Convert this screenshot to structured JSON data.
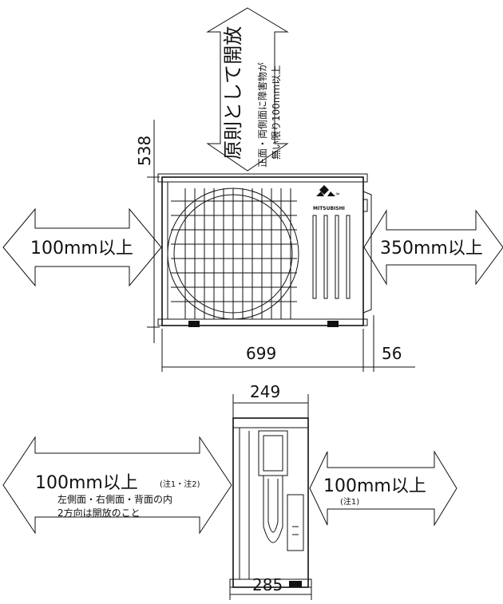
{
  "top_arrow": {
    "main": "原則として開放",
    "sub_line1": "正面・両側面に障害物が",
    "sub_line2": "無い限り100mm以上"
  },
  "front_view": {
    "height": "538",
    "width": "699",
    "offset": "56",
    "left_clearance": "100mm以上",
    "right_clearance": "350mm以上",
    "brand": "MITSUBISHI"
  },
  "side_view": {
    "top_width": "249",
    "bottom_width": "285",
    "left_clearance": "100mm以上",
    "left_note": "(注1・注2)",
    "left_sub1": "左側面・右側面・背面の内",
    "left_sub2": "2方向は開放のこと",
    "right_clearance": "100mm以上",
    "right_note": "(注1)"
  }
}
